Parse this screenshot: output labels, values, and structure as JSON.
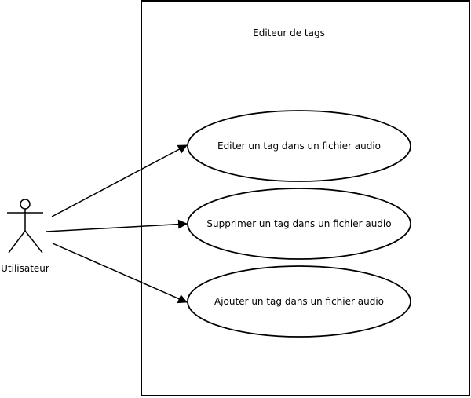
{
  "diagram": {
    "system": {
      "title": "Editeur de tags"
    },
    "actor": {
      "label": "Utilisateur"
    },
    "use_cases": [
      {
        "label": "Editer un tag dans un fichier audio"
      },
      {
        "label": "Supprimer un tag dans un fichier audio"
      },
      {
        "label": "Ajouter un tag dans un fichier audio"
      }
    ],
    "colors": {
      "stroke": "#000000",
      "fill": "#ffffff",
      "text": "#000000"
    }
  }
}
